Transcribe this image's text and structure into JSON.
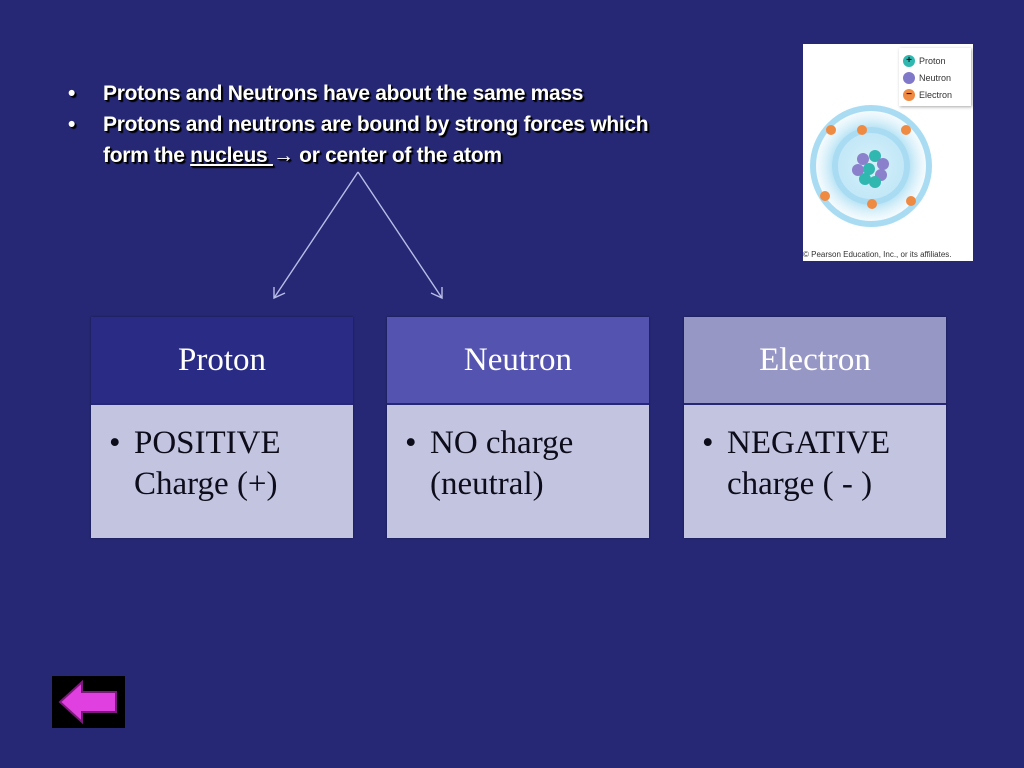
{
  "bullets": [
    {
      "marker": "•",
      "text": "Protons and Neutrons have about the same mass"
    },
    {
      "marker": "•",
      "line1": "Protons and neutrons are bound by strong forces which",
      "line2_before": "form the ",
      "blank": " nucleus ",
      "arrow": "→",
      "line2_after": " or center of the atom"
    }
  ],
  "cards": [
    {
      "title": "Proton",
      "bullet": "•",
      "line1": "POSITIVE",
      "line2": "Charge (+)",
      "header_color": "#292b85"
    },
    {
      "title": "Neutron",
      "bullet": "•",
      "line1": "NO charge",
      "line2": "(neutral)",
      "header_color": "#5454b0"
    },
    {
      "title": "Electron",
      "bullet": "•",
      "line1": "NEGATIVE",
      "line2": "charge ( - )",
      "header_color": "#9797c6"
    }
  ],
  "atom_image": {
    "legend": [
      {
        "symbol": "+",
        "label": "Proton",
        "color": "#30b8b0"
      },
      {
        "symbol": "",
        "label": "Neutron",
        "color": "#8078c8"
      },
      {
        "symbol": "−",
        "label": "Electron",
        "color": "#ef8a43"
      }
    ],
    "credit": "© Pearson Education, Inc., or its affiliates."
  },
  "nav": {
    "back_icon": "left-arrow-icon",
    "back_color": "#e040e0"
  }
}
